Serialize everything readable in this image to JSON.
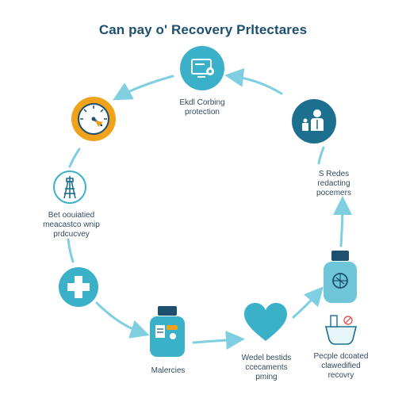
{
  "title": "Can pay o' Recovery Prltectares",
  "colors": {
    "teal": "#3bb0c9",
    "orange": "#f0a21b",
    "navy": "#1d4f6e",
    "arrow": "#7fcfe0"
  },
  "nodes": [
    {
      "id": "top",
      "icon": "monitor-icon",
      "label": [
        "Ekdl Corbing",
        "protection"
      ]
    },
    {
      "id": "upper-right",
      "icon": "people-icon",
      "label": [
        "S Redes",
        "redacting",
        "pocemers"
      ]
    },
    {
      "id": "right",
      "icon": "bottle-icon",
      "label": []
    },
    {
      "id": "lower-right",
      "icon": "handwash-icon",
      "label": [
        "Pecple dcoated",
        "clawedified",
        "recovry"
      ]
    },
    {
      "id": "bottom",
      "icon": "heart-icon",
      "label": [
        "Wedel bestids",
        "ccecaments",
        "pming"
      ]
    },
    {
      "id": "lower-left",
      "icon": "medicine-jar-icon",
      "label": [
        "Malercies"
      ]
    },
    {
      "id": "left",
      "icon": "medical-cross-icon",
      "label": []
    },
    {
      "id": "mid-left",
      "icon": "tower-icon",
      "label": [
        "Bet oouiatied",
        "meacastco wnip",
        "prdcucvey"
      ]
    },
    {
      "id": "upper-left",
      "icon": "gauge-icon",
      "label": []
    }
  ]
}
